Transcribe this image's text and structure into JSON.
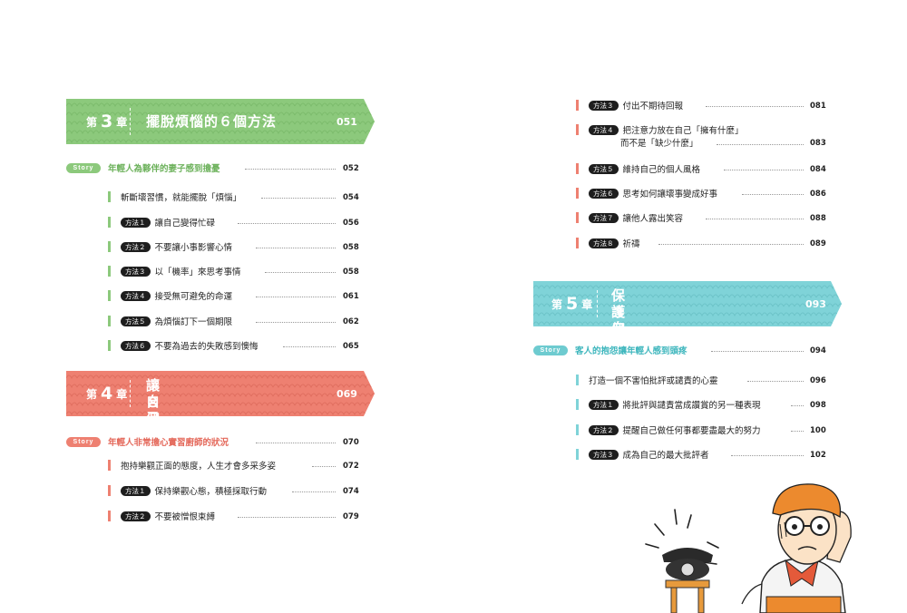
{
  "colors": {
    "green": "#8cc97c",
    "red": "#ee8071",
    "teal": "#7fd3d8",
    "story_teal": "#6ecbd0"
  },
  "ch3": {
    "chapter": {
      "pre": "第",
      "num": "3",
      "post": "章"
    },
    "title": "擺脫煩惱的６個方法",
    "page": "051",
    "story": {
      "tag": "Story",
      "text": "年輕人為夥伴的妻子感到擔憂",
      "page": "052"
    },
    "items": [
      {
        "badge": "",
        "text": "斬斷壞習慣，就能擺脫「煩惱」",
        "page": "054"
      },
      {
        "badge": "方法１",
        "text": "讓自己變得忙碌",
        "page": "056"
      },
      {
        "badge": "方法２",
        "text": "不要讓小事影響心情",
        "page": "058"
      },
      {
        "badge": "方法３",
        "text": "以「機率」來思考事情",
        "page": "058"
      },
      {
        "badge": "方法４",
        "text": "接受無可避免的命運",
        "page": "061"
      },
      {
        "badge": "方法５",
        "text": "為煩惱訂下一個期限",
        "page": "062"
      },
      {
        "badge": "方法６",
        "text": "不要為過去的失敗感到懊悔",
        "page": "065"
      }
    ]
  },
  "ch4": {
    "chapter": {
      "pre": "第",
      "num": "4",
      "post": "章"
    },
    "title_line1": "讓自己獲得平靜與幸福的",
    "title_line2": "８個方法",
    "page": "069",
    "story": {
      "tag": "Story",
      "text": "年輕人非常擔心實習廚師的狀況",
      "page": "070"
    },
    "items": [
      {
        "badge": "",
        "text": "抱持樂觀正面的態度，人生才會多采多姿",
        "page": "072"
      },
      {
        "badge": "方法１",
        "text": "保持樂觀心態，積極採取行動",
        "page": "074"
      },
      {
        "badge": "方法２",
        "text": "不要被憎恨束縛",
        "page": "079"
      }
    ]
  },
  "ch4_cont": {
    "items": [
      {
        "badge": "方法３",
        "text": "付出不期待回報",
        "page": "081"
      },
      {
        "badge": "方法４",
        "text": "把注意力放在自己「擁有什麼」",
        "text2": "而不是「缺少什麼」",
        "page": "083"
      },
      {
        "badge": "方法５",
        "text": "維持自己的個人風格",
        "page": "084"
      },
      {
        "badge": "方法６",
        "text": "思考如何讓壞事變成好事",
        "page": "086"
      },
      {
        "badge": "方法７",
        "text": "讓他人露出笑容",
        "page": "088"
      },
      {
        "badge": "方法８",
        "text": "祈禱",
        "page": "089"
      }
    ]
  },
  "ch5": {
    "chapter": {
      "pre": "第",
      "num": "5",
      "post": "章"
    },
    "title_line1": "保護自己不受批評影響的",
    "title_line2": "３個方法",
    "page": "093",
    "story": {
      "tag": "Story",
      "text": "客人的抱怨讓年輕人感到頭疼",
      "page": "094"
    },
    "items": [
      {
        "badge": "",
        "text": "打造一個不害怕批評或譴責的心靈",
        "page": "096"
      },
      {
        "badge": "方法１",
        "text": "將批評與譴責當成讚賞的另一種表現",
        "page": "098"
      },
      {
        "badge": "方法２",
        "text": "提醒自己做任何事都要盡最大的努力",
        "page": "100"
      },
      {
        "badge": "方法３",
        "text": "成為自己的最大批評者",
        "page": "102"
      }
    ]
  },
  "illustration": {
    "icon": "worried-man-with-ringing-telephone-illustration"
  }
}
